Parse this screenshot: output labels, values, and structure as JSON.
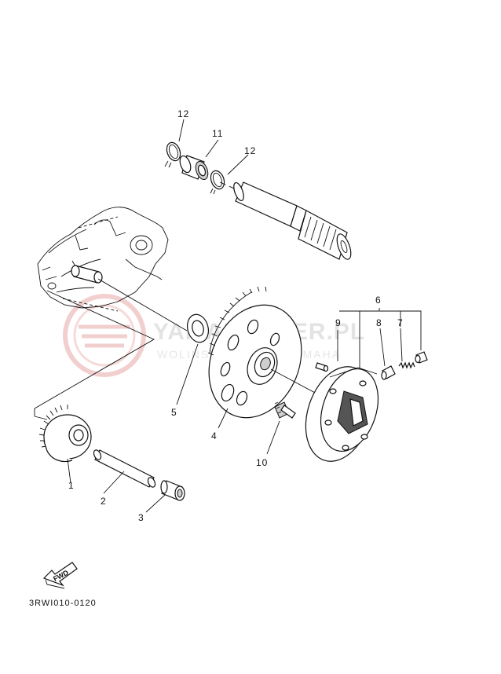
{
  "diagram": {
    "part_labels": {
      "p1": "1",
      "p2": "2",
      "p3": "3",
      "p4": "4",
      "p5": "5",
      "p6": "6",
      "p7": "7",
      "p8": "8",
      "p9": "9",
      "p10": "10",
      "p11": "11",
      "p12a": "12",
      "p12b": "12"
    },
    "fwd_label": "FWD",
    "drawing_code": "3RWI010-0120"
  },
  "watermark": {
    "brand_text": "YAMAHAKLER.PL",
    "tagline_text": "WOLIŃSKI DEALER YAMAHA",
    "logo_color": "#f3c9c9",
    "text_color": "#e3e3e3"
  }
}
